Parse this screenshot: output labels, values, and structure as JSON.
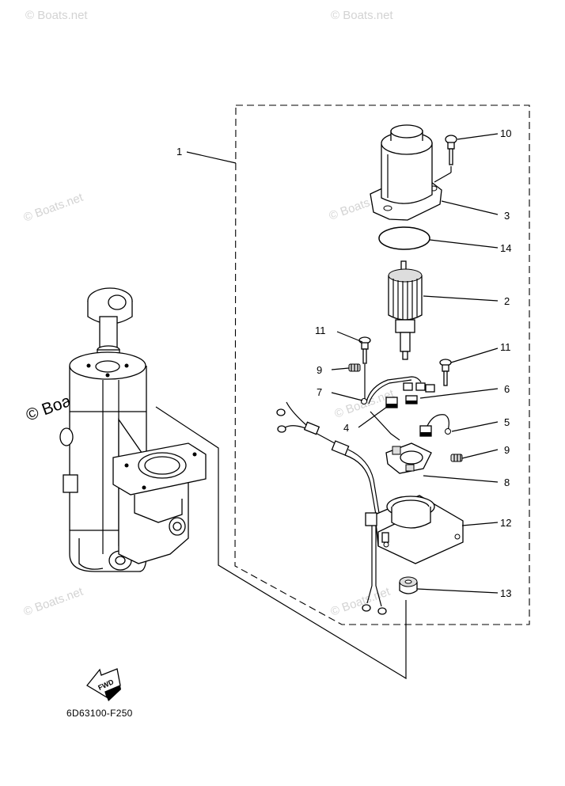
{
  "diagram": {
    "drawing_code": "6D63100-F250",
    "direction_label": "FWD",
    "watermark": "© Boats.net",
    "callouts": [
      "1",
      "2",
      "3",
      "4",
      "5",
      "6",
      "7",
      "8",
      "9",
      "9",
      "10",
      "11",
      "11",
      "12",
      "13",
      "14"
    ]
  }
}
